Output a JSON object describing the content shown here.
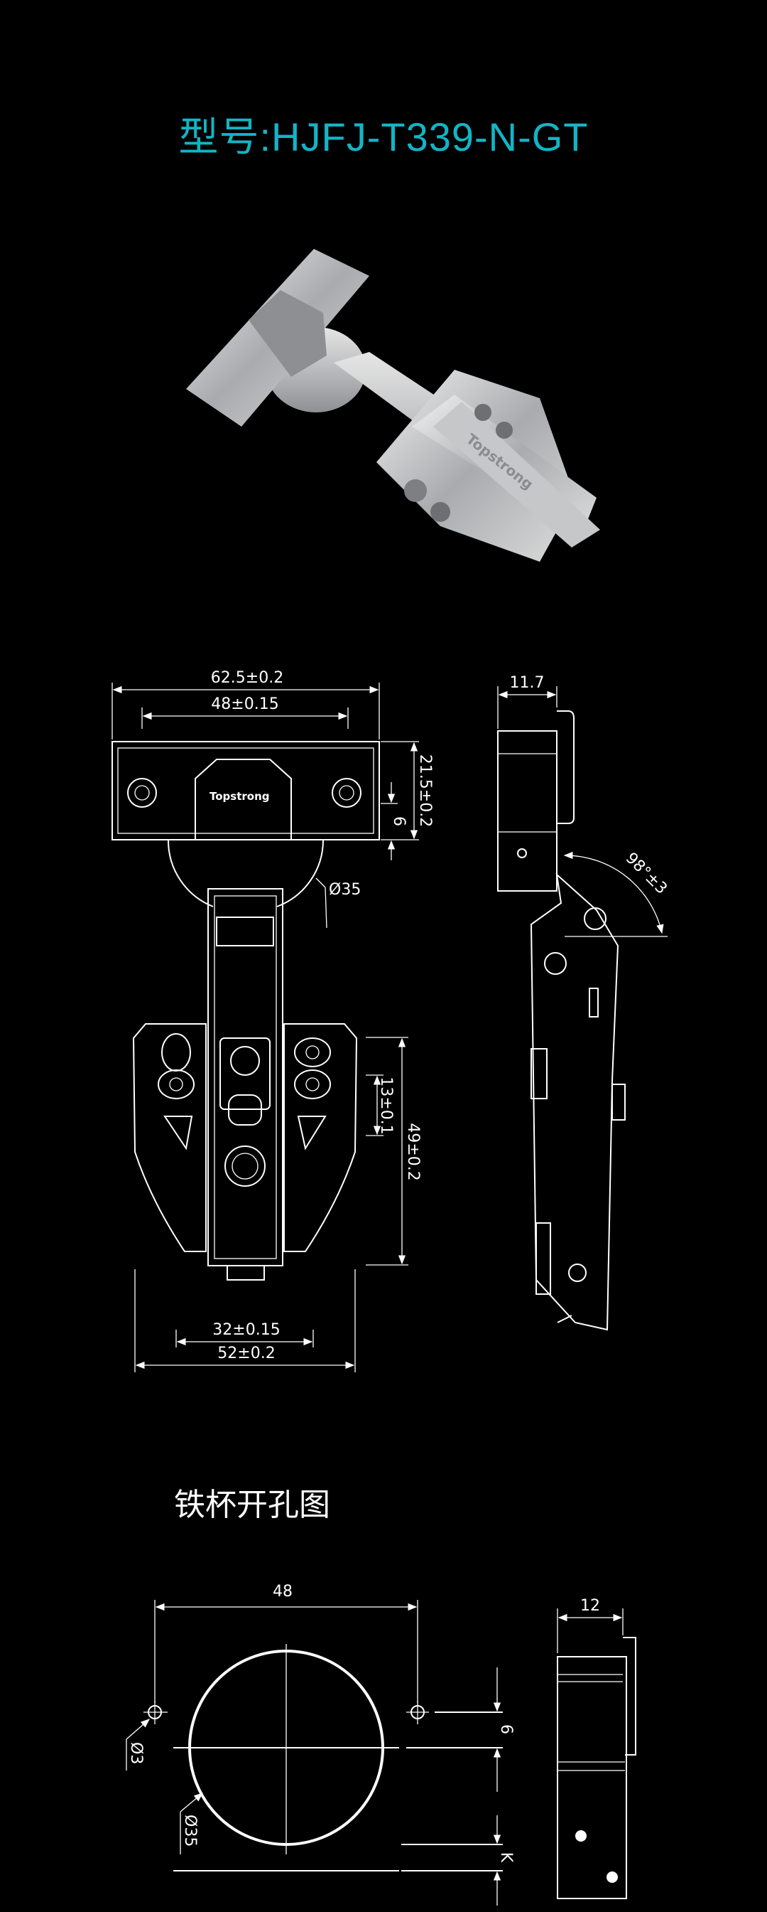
{
  "header": {
    "title": "型号:HJFJ-T339-N-GT",
    "accent_color": "#12b5c6"
  },
  "product_photo": {
    "brand_logo": "Topstrong"
  },
  "hinge_drawing": {
    "brand_logo": "Topstrong",
    "dimensions": {
      "overall_width": "62.5±0.2",
      "screw_spacing": "48±0.15",
      "cup_height": "21.5±0.2",
      "cup_offset": "6",
      "cup_diameter": "Ø35",
      "plate_hole_spacing_v": "13±0.1",
      "plate_height": "49±0.2",
      "plate_hole_spacing_h": "32±0.15",
      "plate_width": "52±0.2",
      "cup_depth": "11.7",
      "opening_angle": "98°±3"
    }
  },
  "drilling_section": {
    "title": "铁杯开孔图",
    "dimensions": {
      "hole_spacing": "48",
      "cup_depth": "12",
      "screw_hole": "Ø3",
      "cup_hole": "Ø35",
      "offset": "6",
      "edge_distance": "K"
    }
  }
}
